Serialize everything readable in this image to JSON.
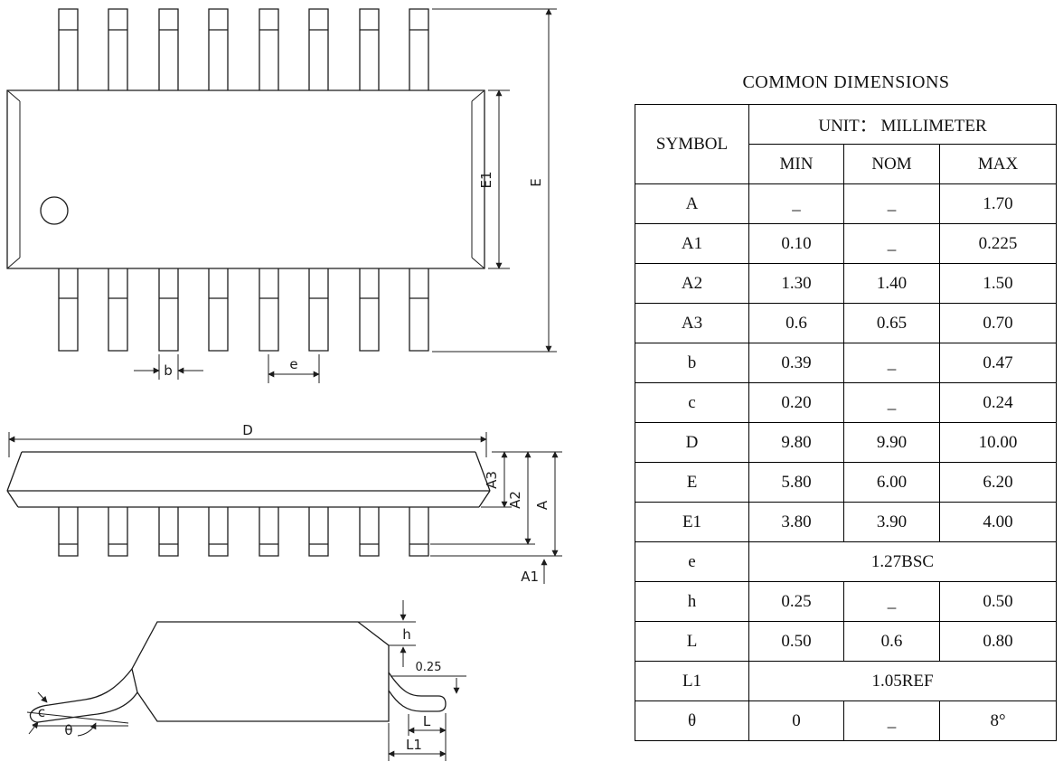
{
  "table": {
    "title": "COMMON DIMENSIONS",
    "header": {
      "symbol": "SYMBOL",
      "unit": "UNIT： MILLIMETER",
      "min": "MIN",
      "nom": "NOM",
      "max": "MAX"
    },
    "rows": [
      {
        "symbol": "A",
        "min": "_",
        "nom": "_",
        "max": "1.70"
      },
      {
        "symbol": "A1",
        "min": "0.10",
        "nom": "_",
        "max": "0.225"
      },
      {
        "symbol": "A2",
        "min": "1.30",
        "nom": "1.40",
        "max": "1.50"
      },
      {
        "symbol": "A3",
        "min": "0.6",
        "nom": "0.65",
        "max": "0.70"
      },
      {
        "symbol": "b",
        "min": "0.39",
        "nom": "_",
        "max": "0.47"
      },
      {
        "symbol": "c",
        "min": "0.20",
        "nom": "_",
        "max": "0.24"
      },
      {
        "symbol": "D",
        "min": "9.80",
        "nom": "9.90",
        "max": "10.00"
      },
      {
        "symbol": "E",
        "min": "5.80",
        "nom": "6.00",
        "max": "6.20"
      },
      {
        "symbol": "E1",
        "min": "3.80",
        "nom": "3.90",
        "max": "4.00"
      },
      {
        "symbol": "e",
        "span": "1.27BSC"
      },
      {
        "symbol": "h",
        "min": "0.25",
        "nom": "_",
        "max": "0.50"
      },
      {
        "symbol": "L",
        "min": "0.50",
        "nom": "0.6",
        "max": "0.80"
      },
      {
        "symbol": "L1",
        "span": "1.05REF"
      },
      {
        "symbol": "θ",
        "min": "0",
        "nom": "_",
        "max": "8°"
      }
    ]
  },
  "drawing": {
    "labels": {
      "E1": "E1",
      "E": "E",
      "b": "b",
      "e": "e",
      "D": "D",
      "A3": "A3",
      "A2": "A2",
      "A": "A",
      "A1": "A1",
      "h": "h",
      "gauge": "0.25",
      "L": "L",
      "L1": "L1",
      "c": "c",
      "theta": "θ"
    }
  }
}
